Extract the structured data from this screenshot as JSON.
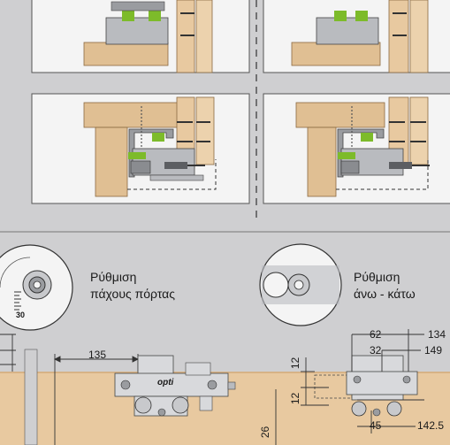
{
  "labels": {
    "thickness_adjust_line1": "Ρύθμιση",
    "thickness_adjust_line2": "πάχους πόρτας",
    "height_adjust_line1": "Ρύθμιση",
    "height_adjust_line2": "άνω - κάτω",
    "dial_scale": "30",
    "brand_mark": "opti"
  },
  "dimensions": {
    "d135": "135",
    "d12a": "12",
    "d12b": "12",
    "d26": "26",
    "d62": "62",
    "d134": "134",
    "d32": "32",
    "d149": "149",
    "d45": "45",
    "d142_5": "142.5"
  },
  "colors": {
    "background": "#cfcfd1",
    "panel": "#f4f4f4",
    "wood": "#e8c9a0",
    "wood_dark": "#d7b286",
    "accent_green": "#7dbb2a",
    "metal": "#b9bbbf",
    "line": "#333333"
  }
}
